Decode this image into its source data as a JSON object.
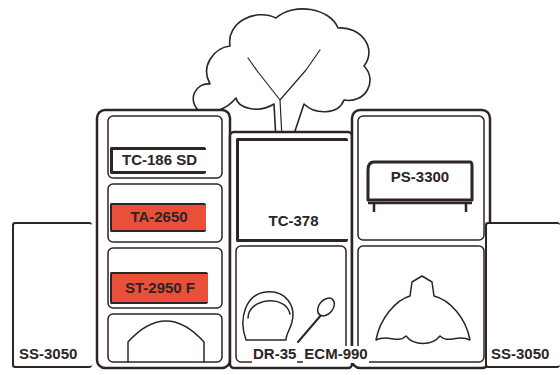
{
  "diagram": {
    "nodes": [
      {
        "text": [
          "SS-3050"
        ]
      },
      {
        "text": [
          "TC-186 SD"
        ]
      },
      {
        "text": [
          "TC-378"
        ]
      },
      {
        "text": [
          "PS-3300"
        ]
      },
      {
        "text": [
          "TA-2650"
        ]
      },
      {
        "text": [
          "ST-2950 F"
        ]
      },
      {
        "text": [
          "SS-3050"
        ]
      }
    ],
    "labels": [
      "DR-35",
      "ECM-990"
    ]
  }
}
